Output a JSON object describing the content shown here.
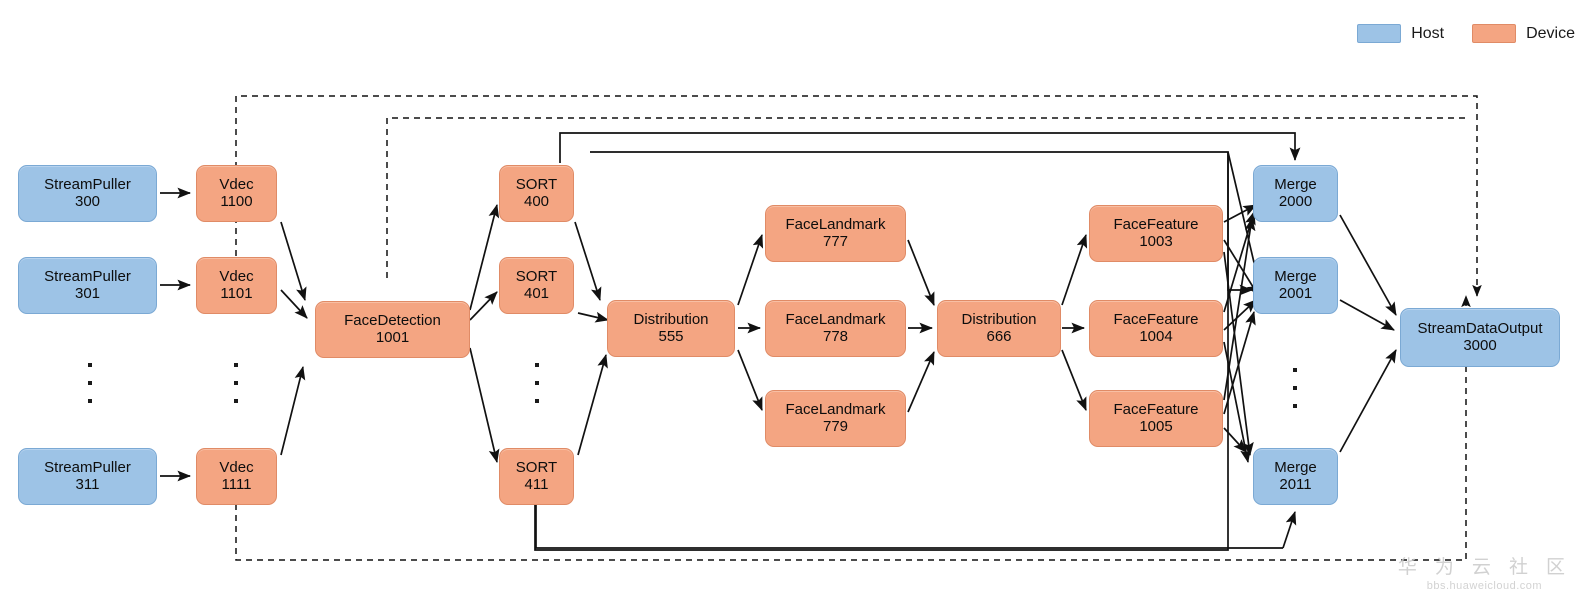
{
  "legend": {
    "items": [
      {
        "label": "Host",
        "color": "#9dc3e6"
      },
      {
        "label": "Device",
        "color": "#f4a582"
      }
    ]
  },
  "watermark": {
    "cn": "华 为 云 社 区",
    "url": "bbs.huaweicloud.com"
  },
  "nodes": {
    "streampuller_300": {
      "title": "StreamPuller",
      "id": "300",
      "type": "host"
    },
    "streampuller_301": {
      "title": "StreamPuller",
      "id": "301",
      "type": "host"
    },
    "streampuller_311": {
      "title": "StreamPuller",
      "id": "311",
      "type": "host"
    },
    "vdec_1100": {
      "title": "Vdec",
      "id": "1100",
      "type": "device"
    },
    "vdec_1101": {
      "title": "Vdec",
      "id": "1101",
      "type": "device"
    },
    "vdec_1111": {
      "title": "Vdec",
      "id": "1111",
      "type": "device"
    },
    "facedetection_1001": {
      "title": "FaceDetection",
      "id": "1001",
      "type": "device"
    },
    "sort_400": {
      "title": "SORT",
      "id": "400",
      "type": "device"
    },
    "sort_401": {
      "title": "SORT",
      "id": "401",
      "type": "device"
    },
    "sort_411": {
      "title": "SORT",
      "id": "411",
      "type": "device"
    },
    "distribution_555": {
      "title": "Distribution",
      "id": "555",
      "type": "device"
    },
    "facelandmark_777": {
      "title": "FaceLandmark",
      "id": "777",
      "type": "device"
    },
    "facelandmark_778": {
      "title": "FaceLandmark",
      "id": "778",
      "type": "device"
    },
    "facelandmark_779": {
      "title": "FaceLandmark",
      "id": "779",
      "type": "device"
    },
    "distribution_666": {
      "title": "Distribution",
      "id": "666",
      "type": "device"
    },
    "facefeature_1003": {
      "title": "FaceFeature",
      "id": "1003",
      "type": "device"
    },
    "facefeature_1004": {
      "title": "FaceFeature",
      "id": "1004",
      "type": "device"
    },
    "facefeature_1005": {
      "title": "FaceFeature",
      "id": "1005",
      "type": "device"
    },
    "merge_2000": {
      "title": "Merge",
      "id": "2000",
      "type": "host"
    },
    "merge_2001": {
      "title": "Merge",
      "id": "2001",
      "type": "host"
    },
    "merge_2011": {
      "title": "Merge",
      "id": "2011",
      "type": "host"
    },
    "streamdataoutput_3000": {
      "title": "StreamDataOutput",
      "id": "3000",
      "type": "host"
    }
  }
}
